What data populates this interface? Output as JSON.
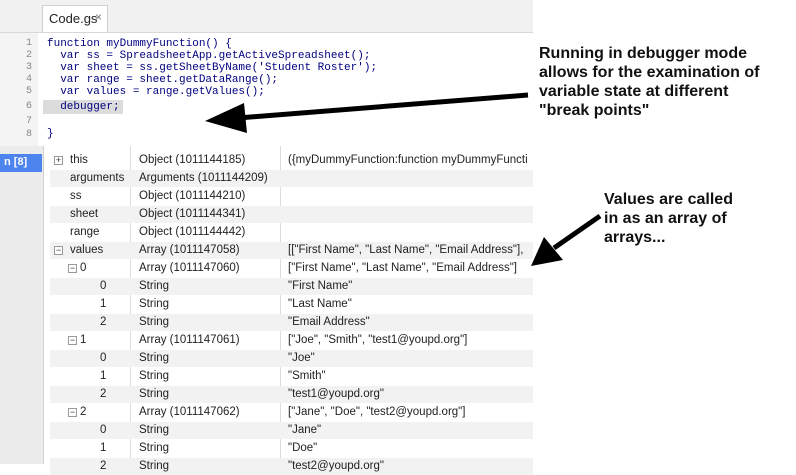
{
  "editor": {
    "tab_label": "Code.gs",
    "tab_close": "×",
    "line_numbers": [
      "1",
      "2",
      "3",
      "4",
      "5",
      "6",
      "7",
      "8"
    ],
    "code_lines": [
      "function myDummyFunction() {",
      "  var ss = SpreadsheetApp.getActiveSpreadsheet();",
      "  var sheet = ss.getSheetByName('Student Roster');",
      "  var range = sheet.getDataRange();",
      "  var values = range.getValues();",
      "  debugger;",
      "",
      "}"
    ]
  },
  "frame": {
    "label": "n [8]"
  },
  "variables": [
    {
      "name": "this",
      "type": "Object (1011144185)",
      "value": "({myDummyFunction:function myDummyFuncti",
      "toggle": "+"
    },
    {
      "name": "arguments",
      "type": "Arguments (1011144209)",
      "value": ""
    },
    {
      "name": "ss",
      "type": "Object (1011144210)",
      "value": ""
    },
    {
      "name": "sheet",
      "type": "Object (1011144341)",
      "value": ""
    },
    {
      "name": "range",
      "type": "Object (1011144442)",
      "value": ""
    },
    {
      "name": "values",
      "type": "Array (1011147058)",
      "value": "[[\"First Name\", \"Last Name\", \"Email Address\"],",
      "toggle": "−"
    },
    {
      "name": "0",
      "type": "Array (1011147060)",
      "value": "[\"First Name\", \"Last Name\", \"Email Address\"]",
      "toggle": "−"
    },
    {
      "name": "0",
      "type": "String",
      "value": "\"First Name\""
    },
    {
      "name": "1",
      "type": "String",
      "value": "\"Last Name\""
    },
    {
      "name": "2",
      "type": "String",
      "value": "\"Email Address\""
    },
    {
      "name": "1",
      "type": "Array (1011147061)",
      "value": "[\"Joe\", \"Smith\", \"test1@youpd.org\"]",
      "toggle": "−"
    },
    {
      "name": "0",
      "type": "String",
      "value": "\"Joe\""
    },
    {
      "name": "1",
      "type": "String",
      "value": "\"Smith\""
    },
    {
      "name": "2",
      "type": "String",
      "value": "\"test1@youpd.org\""
    },
    {
      "name": "2",
      "type": "Array (1011147062)",
      "value": "[\"Jane\", \"Doe\", \"test2@youpd.org\"]",
      "toggle": "−"
    },
    {
      "name": "0",
      "type": "String",
      "value": "\"Jane\""
    },
    {
      "name": "1",
      "type": "String",
      "value": "\"Doe\""
    },
    {
      "name": "2",
      "type": "String",
      "value": "\"test2@youpd.org\""
    }
  ],
  "annotations": {
    "debugger_note": "Running in debugger mode allows for the examination of variable state at different \"break points\"",
    "debugger_lines": [
      "Running in debugger mode",
      "allows for the examination of",
      "variable state at different",
      "\"break points\""
    ],
    "values_lines": [
      "Values are called",
      "in as an array of",
      "arrays..."
    ]
  }
}
